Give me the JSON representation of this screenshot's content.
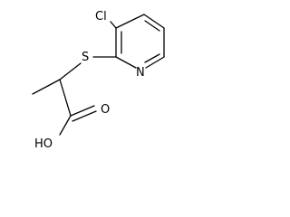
{
  "molecule": {
    "atoms": {
      "cl": "Cl",
      "s": "S",
      "n": "N",
      "o": "O",
      "oh": "HO"
    },
    "bond_color": "#000000",
    "background": "#ffffff"
  }
}
